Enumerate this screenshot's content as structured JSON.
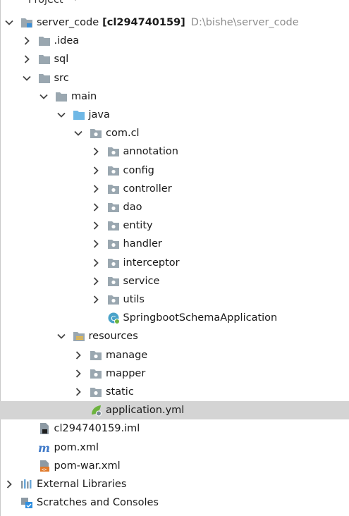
{
  "panel": {
    "title": "Project"
  },
  "tree": [
    {
      "label": "server_code",
      "bold_suffix": "[cl294740159]",
      "path": "D:\\bishe\\server_code",
      "chevron": "down",
      "icon": "module-folder-icon",
      "depth": 0
    },
    {
      "label": ".idea",
      "chevron": "right",
      "icon": "folder-icon",
      "depth": 1
    },
    {
      "label": "sql",
      "chevron": "right",
      "icon": "folder-icon",
      "depth": 1
    },
    {
      "label": "src",
      "chevron": "down",
      "icon": "folder-icon",
      "depth": 1
    },
    {
      "label": "main",
      "chevron": "down",
      "icon": "folder-icon",
      "depth": 2
    },
    {
      "label": "java",
      "chevron": "down",
      "icon": "source-folder-icon",
      "depth": 3
    },
    {
      "label": "com.cl",
      "chevron": "down",
      "icon": "package-icon",
      "depth": 4
    },
    {
      "label": "annotation",
      "chevron": "right",
      "icon": "package-icon",
      "depth": 5
    },
    {
      "label": "config",
      "chevron": "right",
      "icon": "package-icon",
      "depth": 5
    },
    {
      "label": "controller",
      "chevron": "right",
      "icon": "package-icon",
      "depth": 5
    },
    {
      "label": "dao",
      "chevron": "right",
      "icon": "package-icon",
      "depth": 5
    },
    {
      "label": "entity",
      "chevron": "right",
      "icon": "package-icon",
      "depth": 5
    },
    {
      "label": "handler",
      "chevron": "right",
      "icon": "package-icon",
      "depth": 5
    },
    {
      "label": "interceptor",
      "chevron": "right",
      "icon": "package-icon",
      "depth": 5
    },
    {
      "label": "service",
      "chevron": "right",
      "icon": "package-icon",
      "depth": 5
    },
    {
      "label": "utils",
      "chevron": "right",
      "icon": "package-icon",
      "depth": 5
    },
    {
      "label": "SpringbootSchemaApplication",
      "chevron": "none",
      "icon": "spring-boot-class-icon",
      "depth": 5
    },
    {
      "label": "resources",
      "chevron": "down",
      "icon": "resources-folder-icon",
      "depth": 3
    },
    {
      "label": "manage",
      "chevron": "right",
      "icon": "package-icon",
      "depth": 4
    },
    {
      "label": "mapper",
      "chevron": "right",
      "icon": "package-icon",
      "depth": 4
    },
    {
      "label": "static",
      "chevron": "right",
      "icon": "package-icon",
      "depth": 4
    },
    {
      "label": "application.yml",
      "chevron": "none",
      "icon": "spring-yml-icon",
      "depth": 4,
      "selected": true
    },
    {
      "label": "cl294740159.iml",
      "chevron": "none",
      "icon": "iml-file-icon",
      "depth": 1
    },
    {
      "label": "pom.xml",
      "chevron": "none",
      "icon": "maven-icon",
      "depth": 1
    },
    {
      "label": "pom-war.xml",
      "chevron": "none",
      "icon": "xml-file-icon",
      "depth": 1
    },
    {
      "label": "External Libraries",
      "chevron": "right",
      "icon": "libraries-icon",
      "depth": 0
    },
    {
      "label": "Scratches and Consoles",
      "chevron": "none",
      "icon": "scratches-icon",
      "depth": 0
    }
  ],
  "colors": {
    "selected": "#d4d4d4",
    "folder": "#9aa7b0",
    "source": "#6fb8e6",
    "chevron": "#444444",
    "spring": "#6db33f",
    "maven": "#3f79c8",
    "xml": "#e07a2b"
  }
}
